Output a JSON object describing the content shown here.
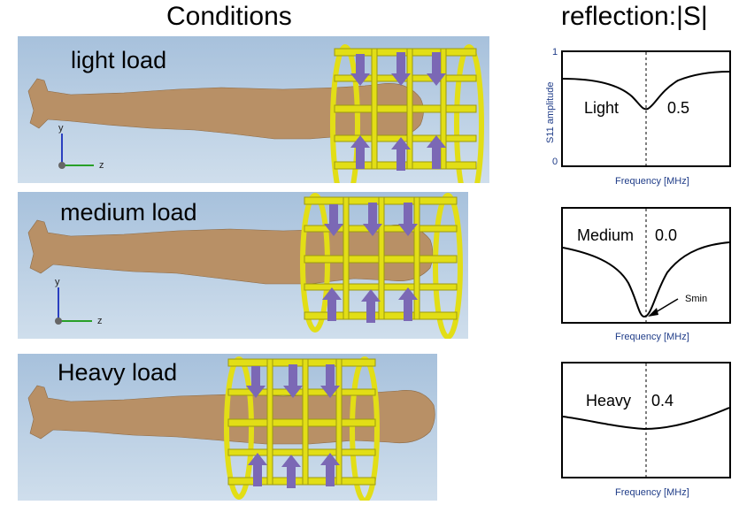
{
  "headers": {
    "conditions": "Conditions",
    "reflection": "reflection:|S|"
  },
  "panels": [
    {
      "label": "light load"
    },
    {
      "label": "medium load"
    },
    {
      "label": "Heavy load"
    }
  ],
  "axis_labels": {
    "y": "y",
    "z": "z"
  },
  "graphs": {
    "ylabel": "S11 amplitude",
    "y_top": "1",
    "y_bottom": "0",
    "xlabel": "Frequency [MHz]",
    "smin": "Smin",
    "items": [
      {
        "label": "Light",
        "value": "0.5"
      },
      {
        "label": "Medium",
        "value": "0.0"
      },
      {
        "label": "Heavy",
        "value": "0.4"
      }
    ]
  },
  "colors": {
    "panel_bg": "#b8cde3",
    "body": "#b89066",
    "coil": "#e2de16",
    "arrow": "#7b68b5",
    "axis_text": "#1f3c88"
  }
}
